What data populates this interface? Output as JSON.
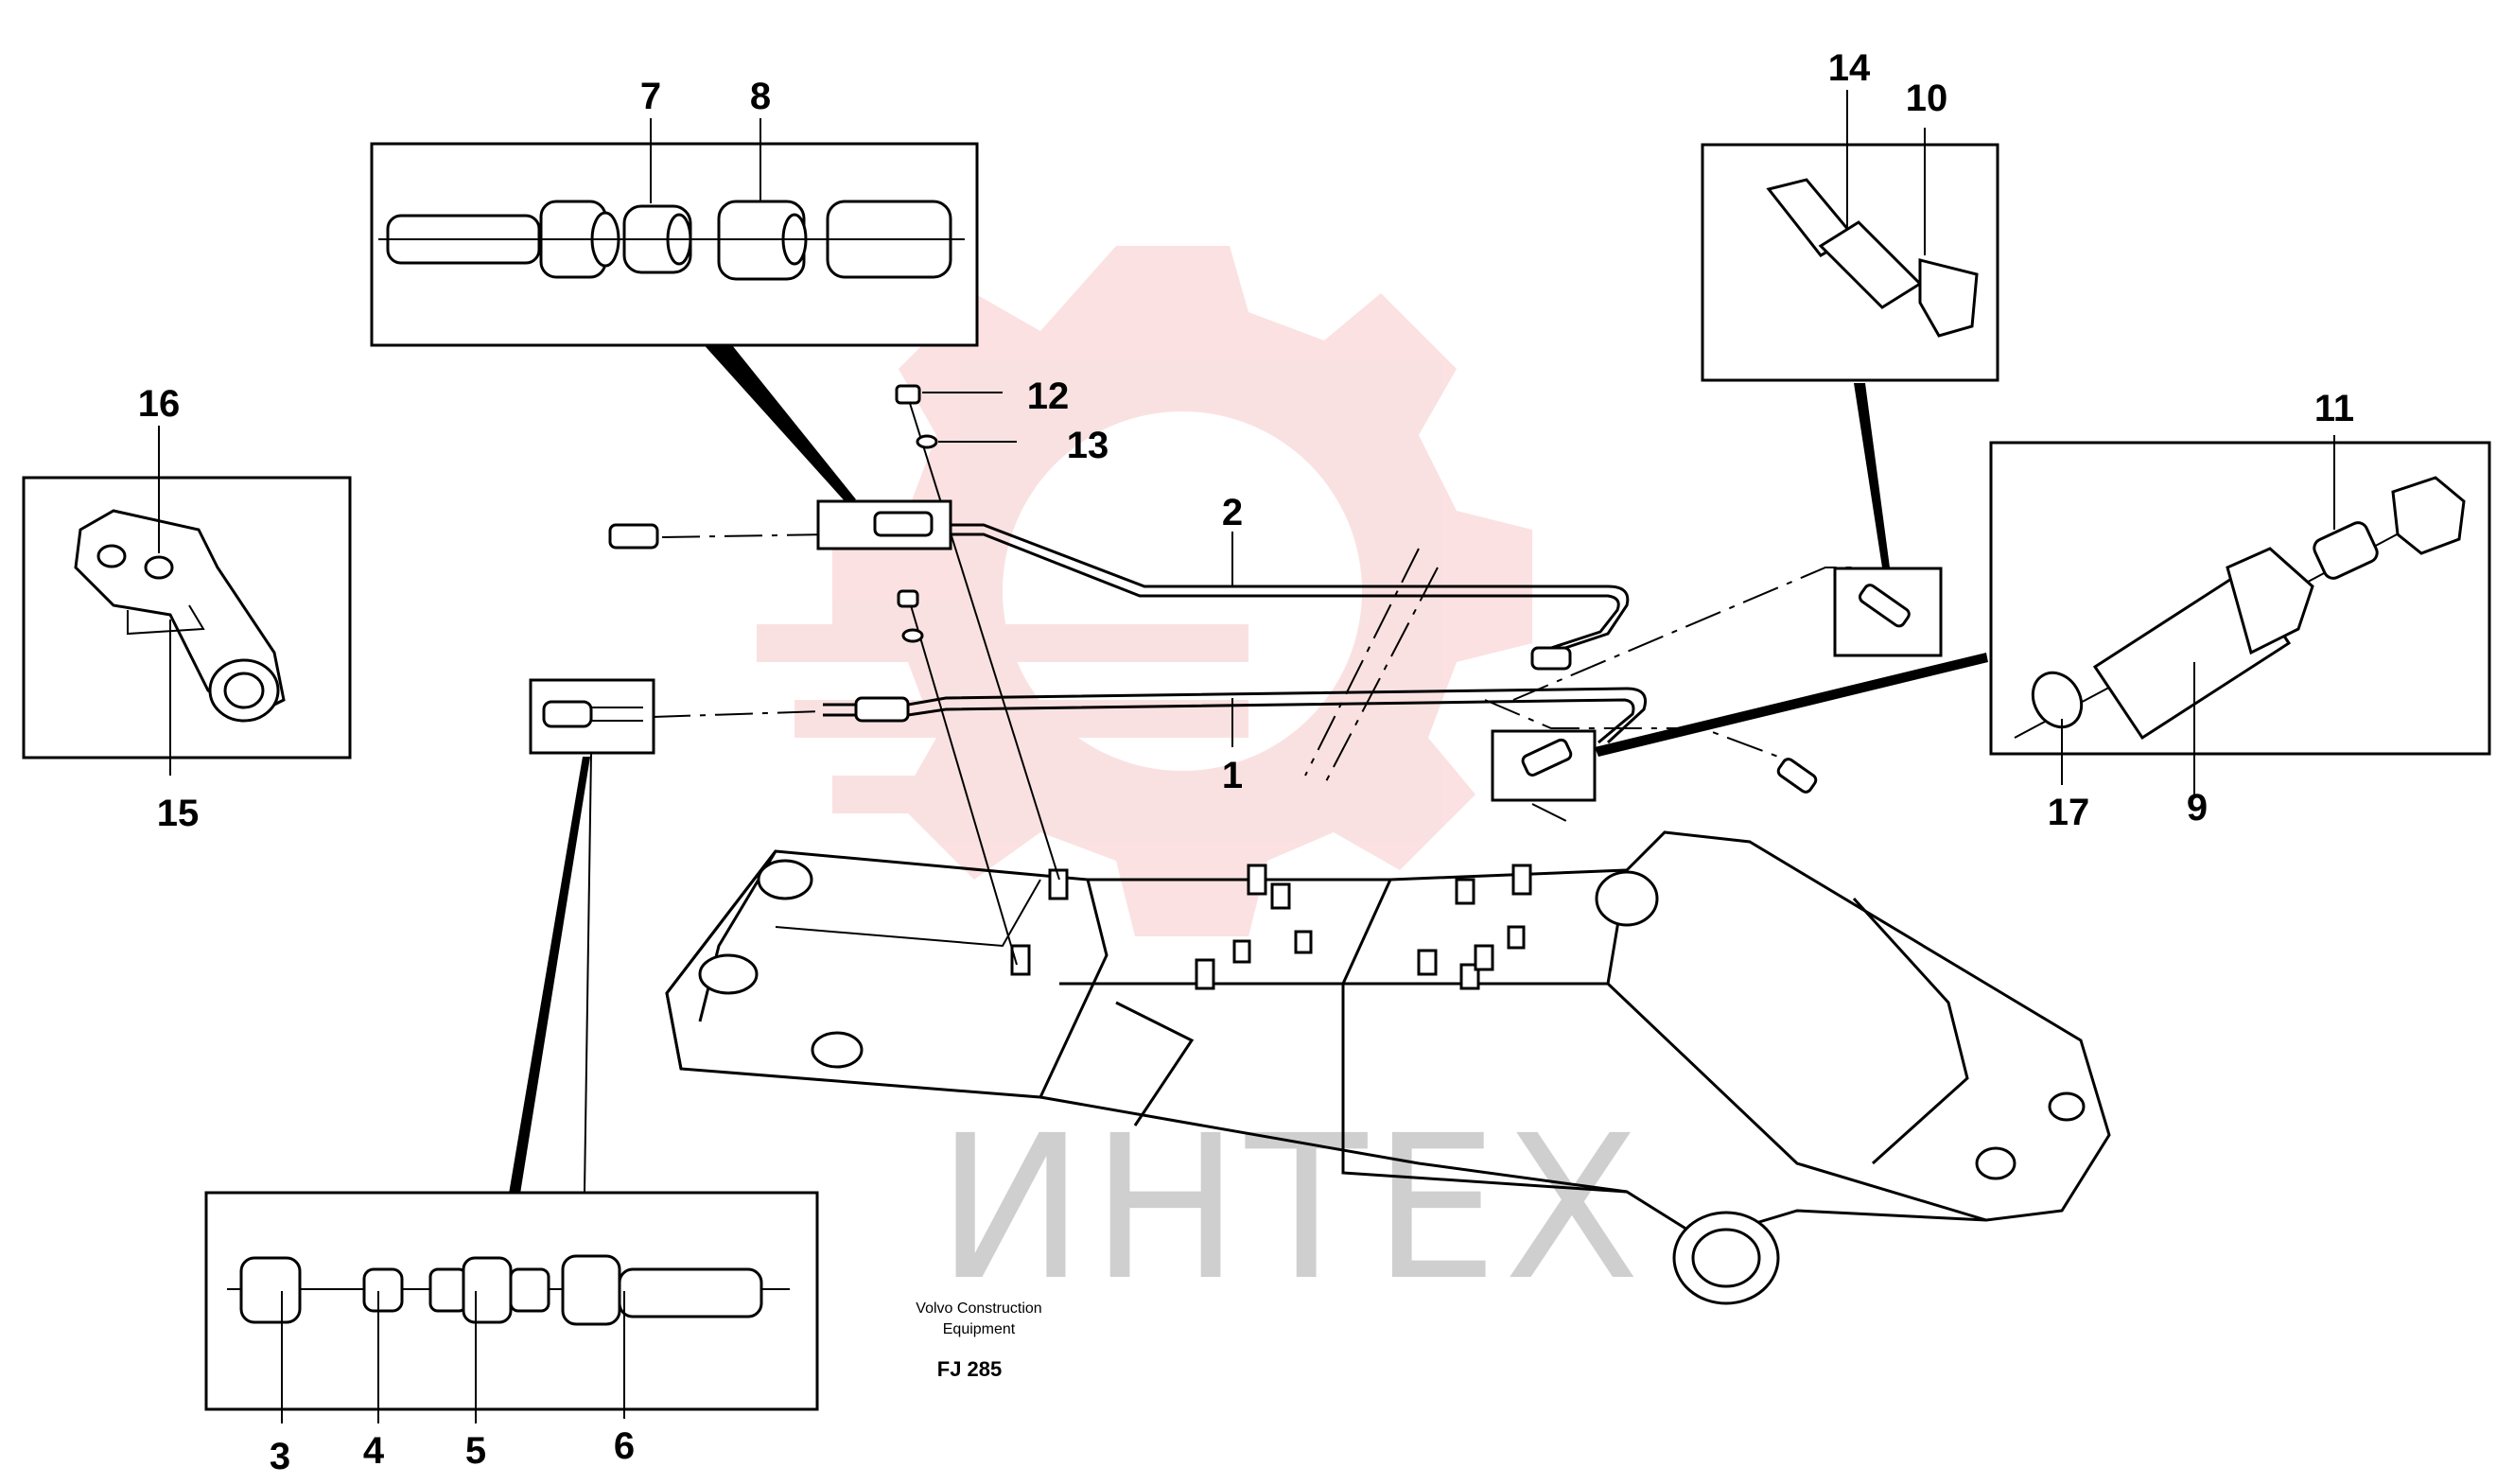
{
  "watermark": {
    "text": "ИНТЕХ",
    "gear_color": "#f7c9c9",
    "text_color": "#cfcfcf"
  },
  "caption": {
    "manufacturer_line1": "Volvo Construction",
    "manufacturer_line2": "Equipment",
    "figure_code": "FJ 285"
  },
  "labels": {
    "l1": "1",
    "l2": "2",
    "l3": "3",
    "l4": "4",
    "l5": "5",
    "l6": "6",
    "l7": "7",
    "l8": "8",
    "l9": "9",
    "l10": "10",
    "l11": "11",
    "l12": "12",
    "l13": "13",
    "l14": "14",
    "l15": "15",
    "l16": "16",
    "l17": "17"
  }
}
